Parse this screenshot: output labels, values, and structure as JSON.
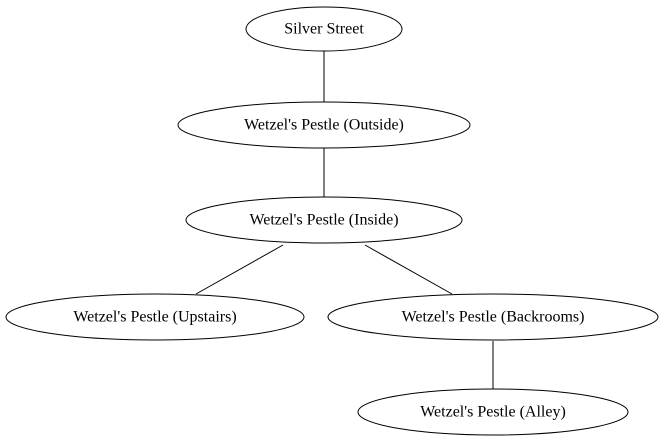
{
  "diagram": {
    "nodes": [
      {
        "id": "silver-street",
        "label": "Silver Street"
      },
      {
        "id": "outside",
        "label": "Wetzel's Pestle (Outside)"
      },
      {
        "id": "inside",
        "label": "Wetzel's Pestle (Inside)"
      },
      {
        "id": "upstairs",
        "label": "Wetzel's Pestle (Upstairs)"
      },
      {
        "id": "backrooms",
        "label": "Wetzel's Pestle (Backrooms)"
      },
      {
        "id": "alley",
        "label": "Wetzel's Pestle (Alley)"
      }
    ],
    "edges": [
      {
        "from": "silver-street",
        "to": "outside"
      },
      {
        "from": "outside",
        "to": "inside"
      },
      {
        "from": "inside",
        "to": "upstairs"
      },
      {
        "from": "inside",
        "to": "backrooms"
      },
      {
        "from": "backrooms",
        "to": "alley"
      }
    ]
  }
}
